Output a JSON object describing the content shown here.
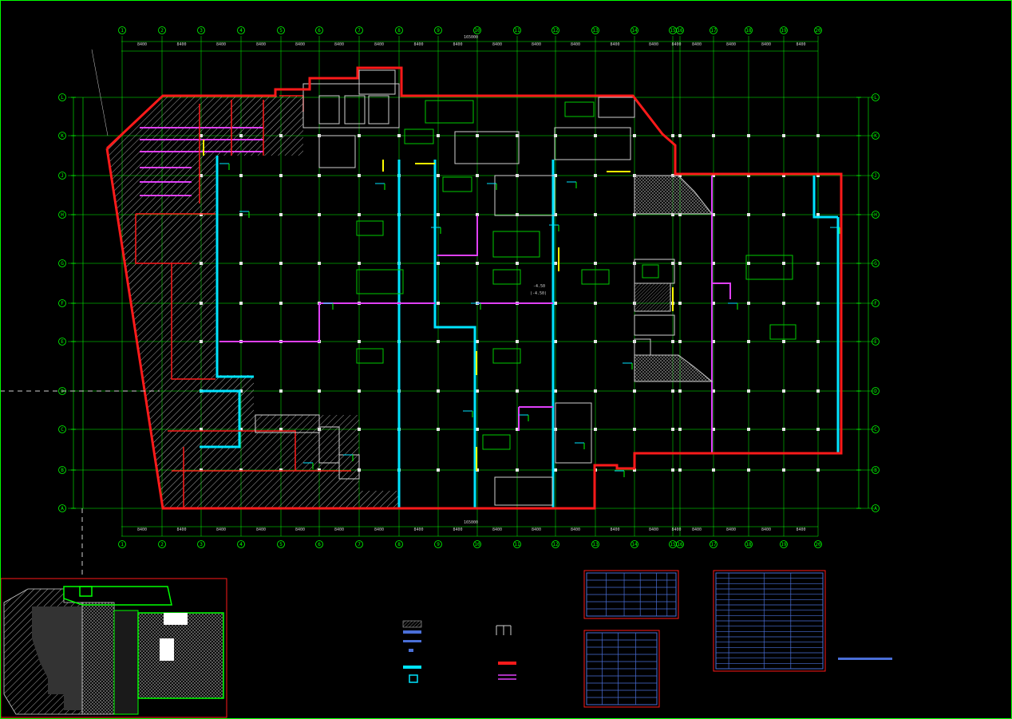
{
  "drawing": {
    "title": "",
    "background": "#000000",
    "colors": {
      "boundary": "#ff1a1a",
      "grid": "#00ff00",
      "wall": "#cfcfcf",
      "cyan": "#00e5ff",
      "magenta": "#e040fb",
      "yellow": "#ffff00",
      "room": "#00cc00",
      "hatch": "#b0b0b0",
      "blue": "#4a6fd8"
    },
    "column_axis_labels": [
      "1",
      "2",
      "3",
      "4",
      "5",
      "6",
      "7",
      "8",
      "9",
      "10",
      "11",
      "12",
      "13",
      "14",
      "15",
      "16",
      "17",
      "18",
      "19",
      "20"
    ],
    "row_axis_labels": [
      "L",
      "K",
      "J",
      "H",
      "G",
      "F",
      "E",
      "D",
      "C",
      "B",
      "A"
    ],
    "overall_dimension_label": "165000",
    "tick_dimension_label": "8400",
    "elevation_labels": [
      "-4.50",
      "(-4.50)"
    ]
  },
  "legend": {
    "fill_symbols": [
      "hatch-swatch",
      "blue-bar",
      "blue-line",
      "blue-dot",
      "cyan-bar",
      "cyan-box"
    ],
    "line_symbols": [
      "section-arrows",
      "red-double-line",
      "magenta-double-line"
    ]
  },
  "schedules": [
    {
      "name": "schedule-table-1",
      "rows": 6,
      "cols": 6
    },
    {
      "name": "schedule-table-2",
      "rows": 10,
      "cols": 4
    },
    {
      "name": "schedule-table-3",
      "rows": 18,
      "cols": 4
    }
  ],
  "key_plan": {
    "name": "key-plan"
  }
}
